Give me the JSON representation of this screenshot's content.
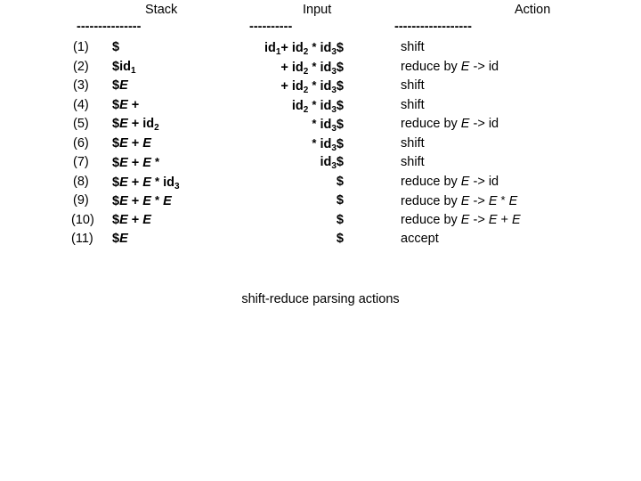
{
  "headers": {
    "stack": "Stack",
    "input": "Input",
    "action": "Action"
  },
  "rules": {
    "stack": "---------------",
    "input": "----------",
    "action": "------------------"
  },
  "rows": [
    {
      "num": "(1)",
      "stack": "$",
      "input": "id1+ id2 * id3$",
      "action": "shift"
    },
    {
      "num": "(2)",
      "stack": "$id1",
      "input": "+ id2 * id3$",
      "action": "reduce by E -> id"
    },
    {
      "num": "(3)",
      "stack": "$E",
      "input": "+ id2 * id3$",
      "action": "shift"
    },
    {
      "num": "(4)",
      "stack": "$E +",
      "input": "id2 * id3$",
      "action": "shift"
    },
    {
      "num": "(5)",
      "stack": "$E + id2",
      "input": "* id3$",
      "action": "reduce by E -> id"
    },
    {
      "num": "(6)",
      "stack": "$E + E",
      "input": "* id3$",
      "action": "shift"
    },
    {
      "num": "(7)",
      "stack": "$E + E *",
      "input": "id3$",
      "action": "shift"
    },
    {
      "num": "(8)",
      "stack": "$E + E * id3",
      "input": "$",
      "action": "reduce by E -> id"
    },
    {
      "num": "(9)",
      "stack": "$E + E * E",
      "input": "$",
      "action": "reduce by E -> E * E"
    },
    {
      "num": "(10)",
      "stack": "$E + E",
      "input": "$",
      "action": "reduce by E -> E + E"
    },
    {
      "num": "(11)",
      "stack": "$E",
      "input": "$",
      "action": "accept"
    }
  ],
  "caption": "shift-reduce parsing actions",
  "colors": {
    "background": "#ffffff",
    "text": "#000000"
  }
}
